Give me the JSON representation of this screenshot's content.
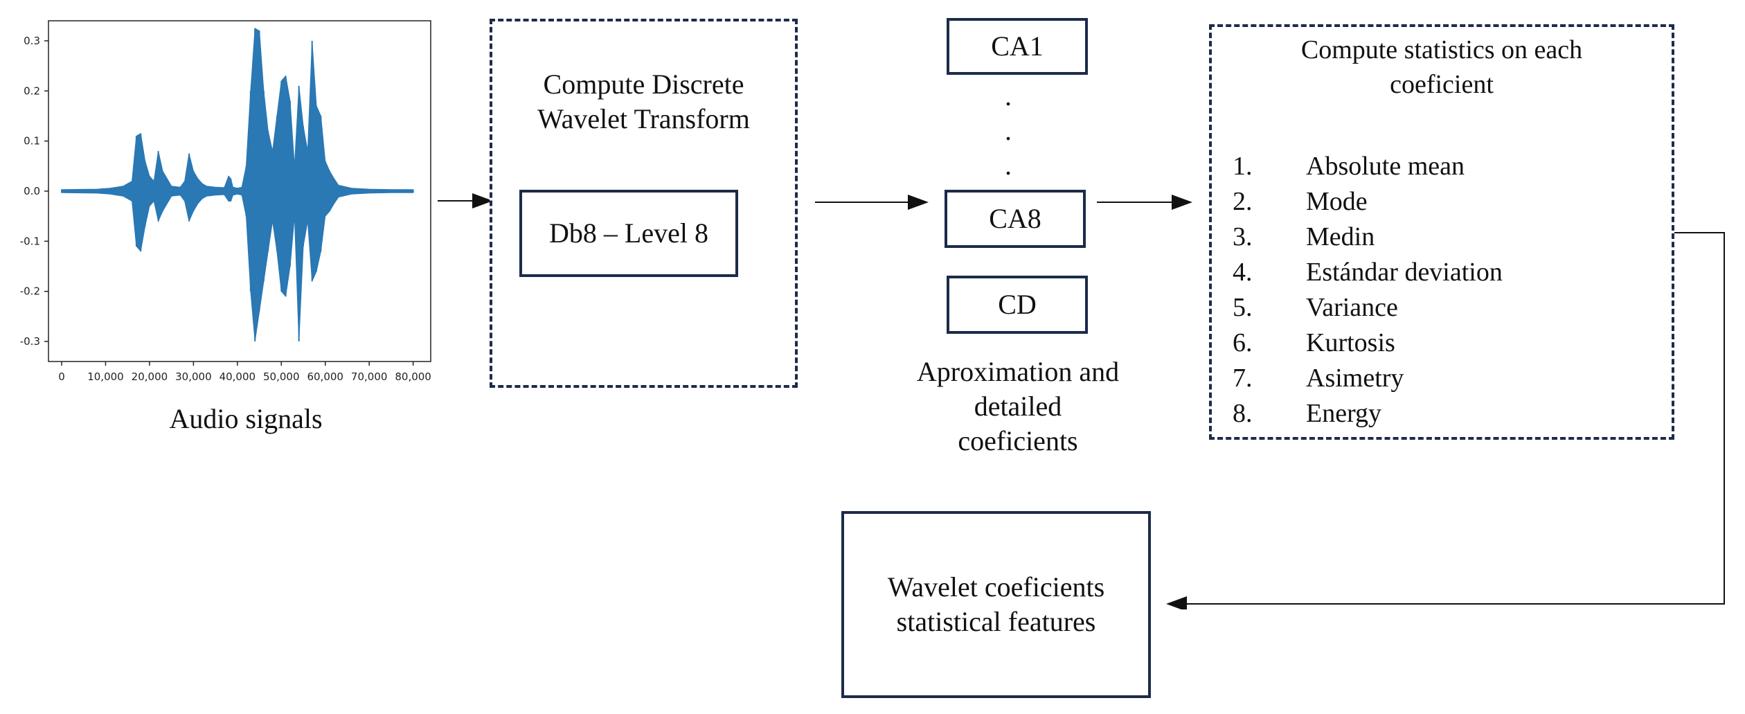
{
  "chart_data": {
    "type": "line",
    "title": "",
    "xlabel": "",
    "ylabel": "",
    "xlim": [
      -3000,
      84000
    ],
    "ylim": [
      -0.34,
      0.34
    ],
    "x_ticks": [
      0,
      10000,
      20000,
      30000,
      40000,
      50000,
      60000,
      70000,
      80000
    ],
    "x_tick_labels": [
      "0",
      "10,000",
      "20,000",
      "30,000",
      "40,000",
      "50,000",
      "60,000",
      "70,000",
      "80,000"
    ],
    "y_ticks": [
      0.3,
      0.2,
      0.1,
      0.0,
      -0.1,
      -0.2,
      -0.3
    ],
    "y_tick_labels": [
      "0.3",
      "0.2",
      "0.1",
      "0.0",
      "-0.1",
      "-0.2",
      "-0.3"
    ],
    "grid": false,
    "color": "#2a78b4",
    "series": [
      {
        "x": [
          0,
          8000,
          11000,
          14000,
          16000,
          17000,
          18000,
          19000,
          20000,
          21000,
          22000,
          23000,
          25000,
          27000,
          28000,
          29000,
          30000,
          31000,
          32000,
          33000,
          35000,
          37000,
          38000,
          38500,
          39000,
          40000,
          41000,
          42000,
          43000,
          44000,
          45000,
          46000,
          47000,
          48000,
          49000,
          50000,
          51000,
          52000,
          53000,
          54000,
          55000,
          56000,
          57000,
          58000,
          59000,
          60000,
          61000,
          62000,
          63000,
          66000,
          70000,
          75000,
          80000
        ],
        "upper": [
          0.003,
          0.004,
          0.006,
          0.01,
          0.02,
          0.11,
          0.115,
          0.06,
          0.03,
          0.02,
          0.08,
          0.04,
          0.01,
          0.008,
          0.02,
          0.075,
          0.04,
          0.025,
          0.015,
          0.01,
          0.008,
          0.007,
          0.03,
          0.025,
          0.008,
          0.006,
          0.008,
          0.05,
          0.2,
          0.325,
          0.32,
          0.2,
          0.12,
          0.08,
          0.15,
          0.22,
          0.23,
          0.18,
          0.05,
          0.21,
          0.13,
          0.08,
          0.3,
          0.17,
          0.15,
          0.06,
          0.04,
          0.025,
          0.012,
          0.006,
          0.004,
          0.003,
          0.003
        ],
        "lower": [
          -0.003,
          -0.004,
          -0.006,
          -0.01,
          -0.02,
          -0.11,
          -0.12,
          -0.07,
          -0.03,
          -0.02,
          -0.06,
          -0.04,
          -0.01,
          -0.008,
          -0.02,
          -0.06,
          -0.04,
          -0.025,
          -0.015,
          -0.01,
          -0.008,
          -0.007,
          -0.02,
          -0.02,
          -0.008,
          -0.006,
          -0.008,
          -0.05,
          -0.2,
          -0.3,
          -0.24,
          -0.18,
          -0.12,
          -0.06,
          -0.12,
          -0.2,
          -0.21,
          -0.15,
          -0.05,
          -0.3,
          -0.11,
          -0.06,
          -0.18,
          -0.16,
          -0.12,
          -0.05,
          -0.04,
          -0.025,
          -0.012,
          -0.006,
          -0.004,
          -0.003,
          -0.003
        ]
      }
    ]
  },
  "chart_caption": "Audio signals",
  "dwt": {
    "title_line1": "Compute Discrete",
    "title_line2": "Wavelet Transform",
    "inner_label": "Db8 – Level 8"
  },
  "coefficients": {
    "ca1": "CA1",
    "dots": [
      ".",
      ".",
      "."
    ],
    "ca8": "CA8",
    "cd": "CD",
    "caption_line1": "Aproximation and",
    "caption_line2": "detailed",
    "caption_line3": "coeficients"
  },
  "stats": {
    "title_line1": "Compute statistics on each",
    "title_line2": "coeficient",
    "items": [
      {
        "num": "1.",
        "label": "Absolute mean"
      },
      {
        "num": "2.",
        "label": "Mode"
      },
      {
        "num": "3.",
        "label": "Medin"
      },
      {
        "num": "4.",
        "label": "Estándar deviation"
      },
      {
        "num": "5.",
        "label": "Variance"
      },
      {
        "num": "6.",
        "label": "Kurtosis"
      },
      {
        "num": "7.",
        "label": "Asimetry"
      },
      {
        "num": "8.",
        "label": "Energy"
      }
    ]
  },
  "output": {
    "line1": "Wavelet coeficients",
    "line2": "statistical features"
  }
}
